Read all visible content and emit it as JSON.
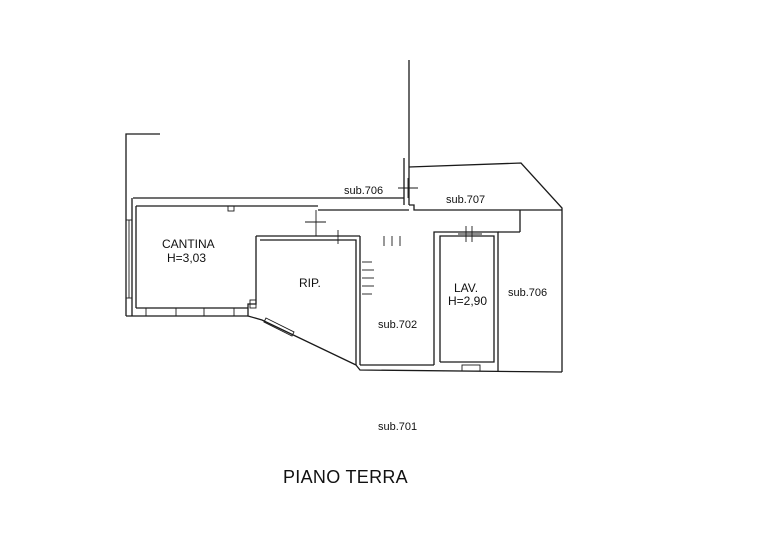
{
  "plan": {
    "title": "PIANO TERRA",
    "rooms": {
      "cantina": {
        "name": "CANTINA",
        "height": "H=3,03"
      },
      "ripostiglio": {
        "name": "RIP."
      },
      "lavanderia": {
        "name": "LAV.",
        "height": "H=2,90"
      }
    },
    "sub_labels": {
      "top_corridor": "sub.706",
      "right_upper": "sub.707",
      "middle": "sub.702",
      "right_lower": "sub.706",
      "outside": "sub.701"
    }
  }
}
